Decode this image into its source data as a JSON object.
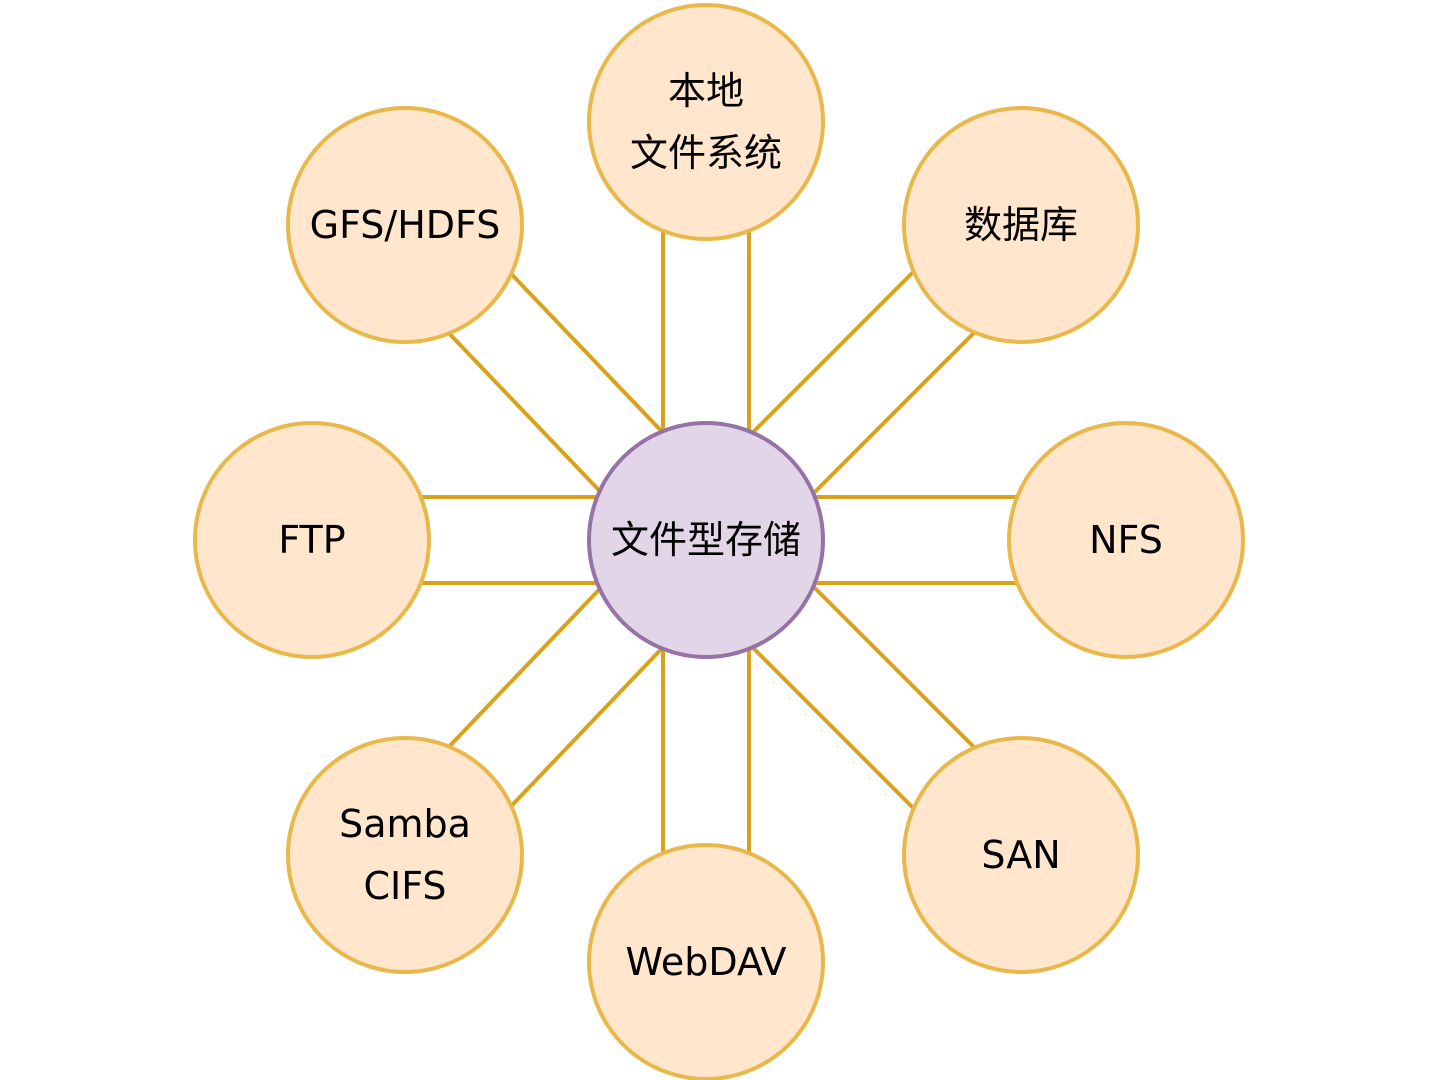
{
  "diagram": {
    "center": {
      "id": "center",
      "lines": [
        "文件型存储"
      ]
    },
    "nodes": [
      {
        "id": "local-fs",
        "lines": [
          "本地",
          "文件系统"
        ]
      },
      {
        "id": "database",
        "lines": [
          "数据库"
        ]
      },
      {
        "id": "nfs",
        "lines": [
          "NFS"
        ]
      },
      {
        "id": "san",
        "lines": [
          "SAN"
        ]
      },
      {
        "id": "webdav",
        "lines": [
          "WebDAV"
        ]
      },
      {
        "id": "samba-cifs",
        "lines": [
          "Samba",
          "CIFS"
        ]
      },
      {
        "id": "ftp",
        "lines": [
          "FTP"
        ]
      },
      {
        "id": "gfs-hdfs",
        "lines": [
          "GFS/HDFS"
        ]
      }
    ],
    "colors": {
      "center_fill": "#e1d5e7",
      "center_stroke": "#9673a6",
      "node_fill": "#ffe6cc",
      "node_stroke": "#e8b84a",
      "edge_stroke": "#d9a21b"
    }
  }
}
